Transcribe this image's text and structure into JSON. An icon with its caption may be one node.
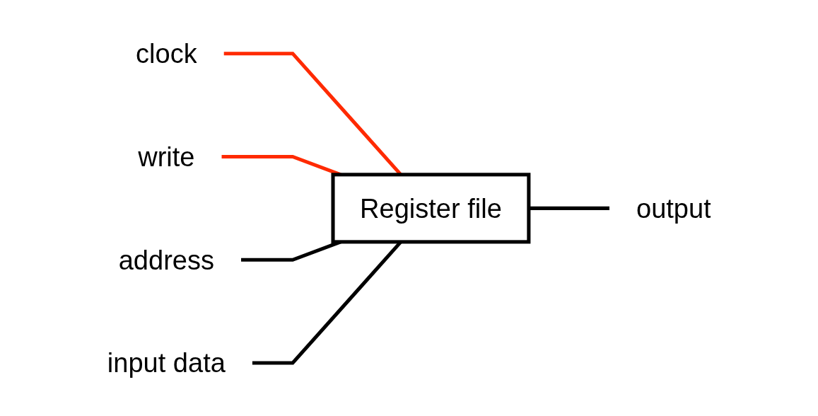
{
  "diagram": {
    "nodes": [
      {
        "text": [
          "clock"
        ]
      },
      {
        "text": [
          "write"
        ]
      },
      {
        "text": [
          "address"
        ]
      },
      {
        "text": [
          "Register file"
        ]
      },
      {
        "text": [
          "output"
        ]
      },
      {
        "text": [
          "input data"
        ]
      }
    ],
    "edges": [
      {
        "from": 0,
        "to": 3,
        "arrow": "none",
        "color": "#ff2a00"
      },
      {
        "from": 1,
        "to": 3,
        "arrow": "none",
        "color": "#ff2a00"
      },
      {
        "from": 2,
        "to": 3,
        "arrow": "none"
      },
      {
        "from": 5,
        "to": 3,
        "arrow": "none"
      },
      {
        "from": 3,
        "to": 4,
        "arrow": "none"
      }
    ]
  }
}
